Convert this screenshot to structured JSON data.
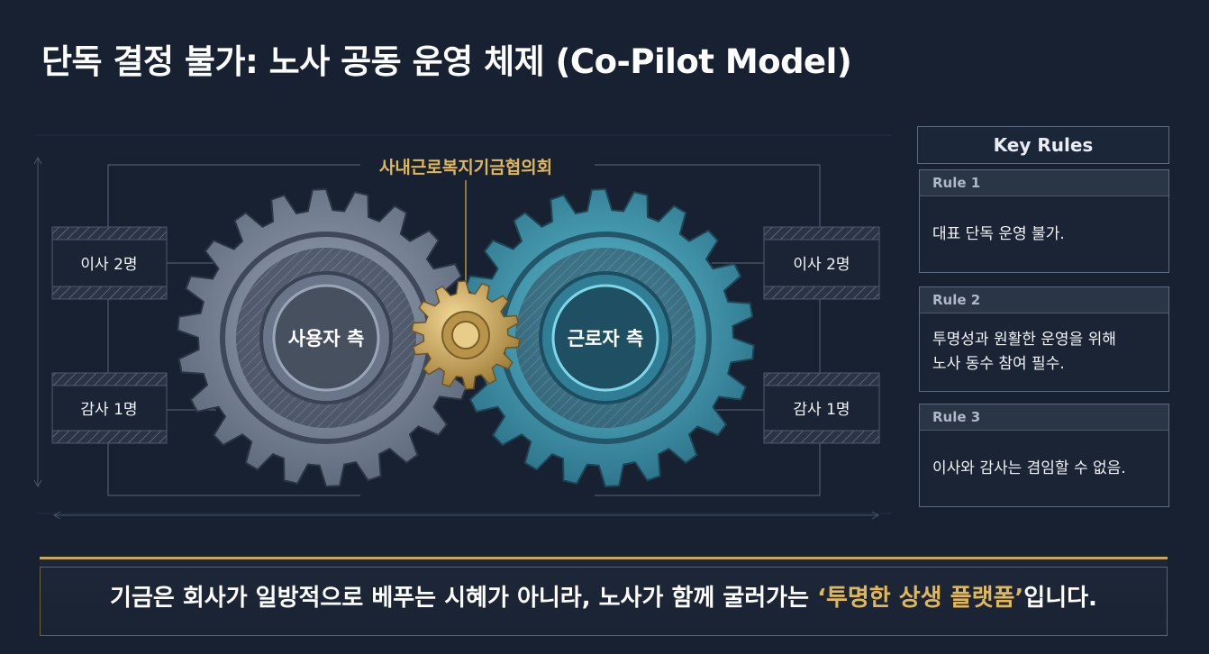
{
  "title": "단독 결정 불가: 노사 공동 운영 체제 (Co-Pilot Model)",
  "diagram": {
    "council_label": "사내근로복지기금협의회",
    "left_gear_label": "사용자 측",
    "right_gear_label": "근로자 측",
    "left_boxes": [
      "이사 2명",
      "감사 1명"
    ],
    "right_boxes": [
      "이사 2명",
      "감사 1명"
    ],
    "colors": {
      "left_gear": "#8794a6",
      "right_gear": "#3f9db3",
      "center_gear": "#c9a65a",
      "accent": "#e0b85a"
    }
  },
  "rules": {
    "header": "Key Rules",
    "items": [
      {
        "label": "Rule 1",
        "text": "대표 단독 운영 불가."
      },
      {
        "label": "Rule 2",
        "text": "투명성과 원활한 운영을 위해\n노사 동수 참여 필수."
      },
      {
        "label": "Rule 3",
        "text": "이사와 감사는 겸임할 수 없음."
      }
    ]
  },
  "banner": {
    "prefix": "기금은 회사가 일방적으로 베푸는 시혜가 아니라, 노사가 함께 굴러가는 ",
    "highlight": "‘투명한 상생 플랫폼’",
    "suffix": "입니다."
  }
}
